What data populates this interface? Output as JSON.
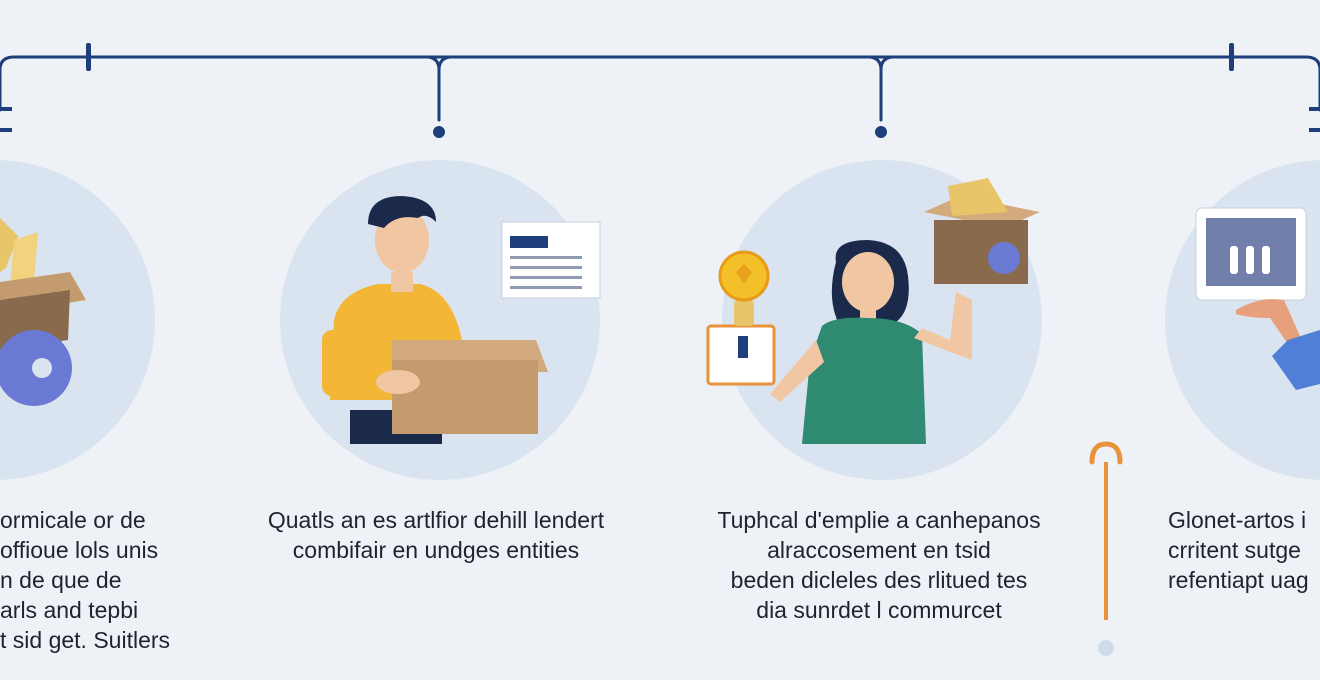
{
  "colors": {
    "background": "#eef2f7",
    "timeline": "#1f3e7c",
    "circle_fill": "#d9e4f0",
    "pointer_orange": "#e8923a",
    "shirt_yellow": "#f3b636",
    "shirt_green": "#2f8a72",
    "box_brown": "#c49b6f",
    "accent_blue": "#6a79d4"
  },
  "steps": [
    {
      "icon": "box-with-disc-icon",
      "lines": [
        "ormicale or de",
        "offioue lols unis",
        "n de que de",
        "arls and tepbi",
        "t sid get. Suitlers"
      ]
    },
    {
      "icon": "person-carrying-box-icon",
      "lines": [
        "Quatls an es artlfior dehill lendert",
        "combifair en undges entities"
      ]
    },
    {
      "icon": "woman-with-bulb-and-box-icon",
      "lines": [
        "Tuphcal d'emplie a canhepanos",
        "alraccosement en tsid",
        "beden dicleles des rlitued tes",
        "dia sunrdet l commurcet"
      ]
    },
    {
      "icon": "hand-holding-tablet-icon",
      "lines": [
        "Glonet-artos i",
        "crritent sutge",
        "refentiapt uag"
      ]
    }
  ]
}
